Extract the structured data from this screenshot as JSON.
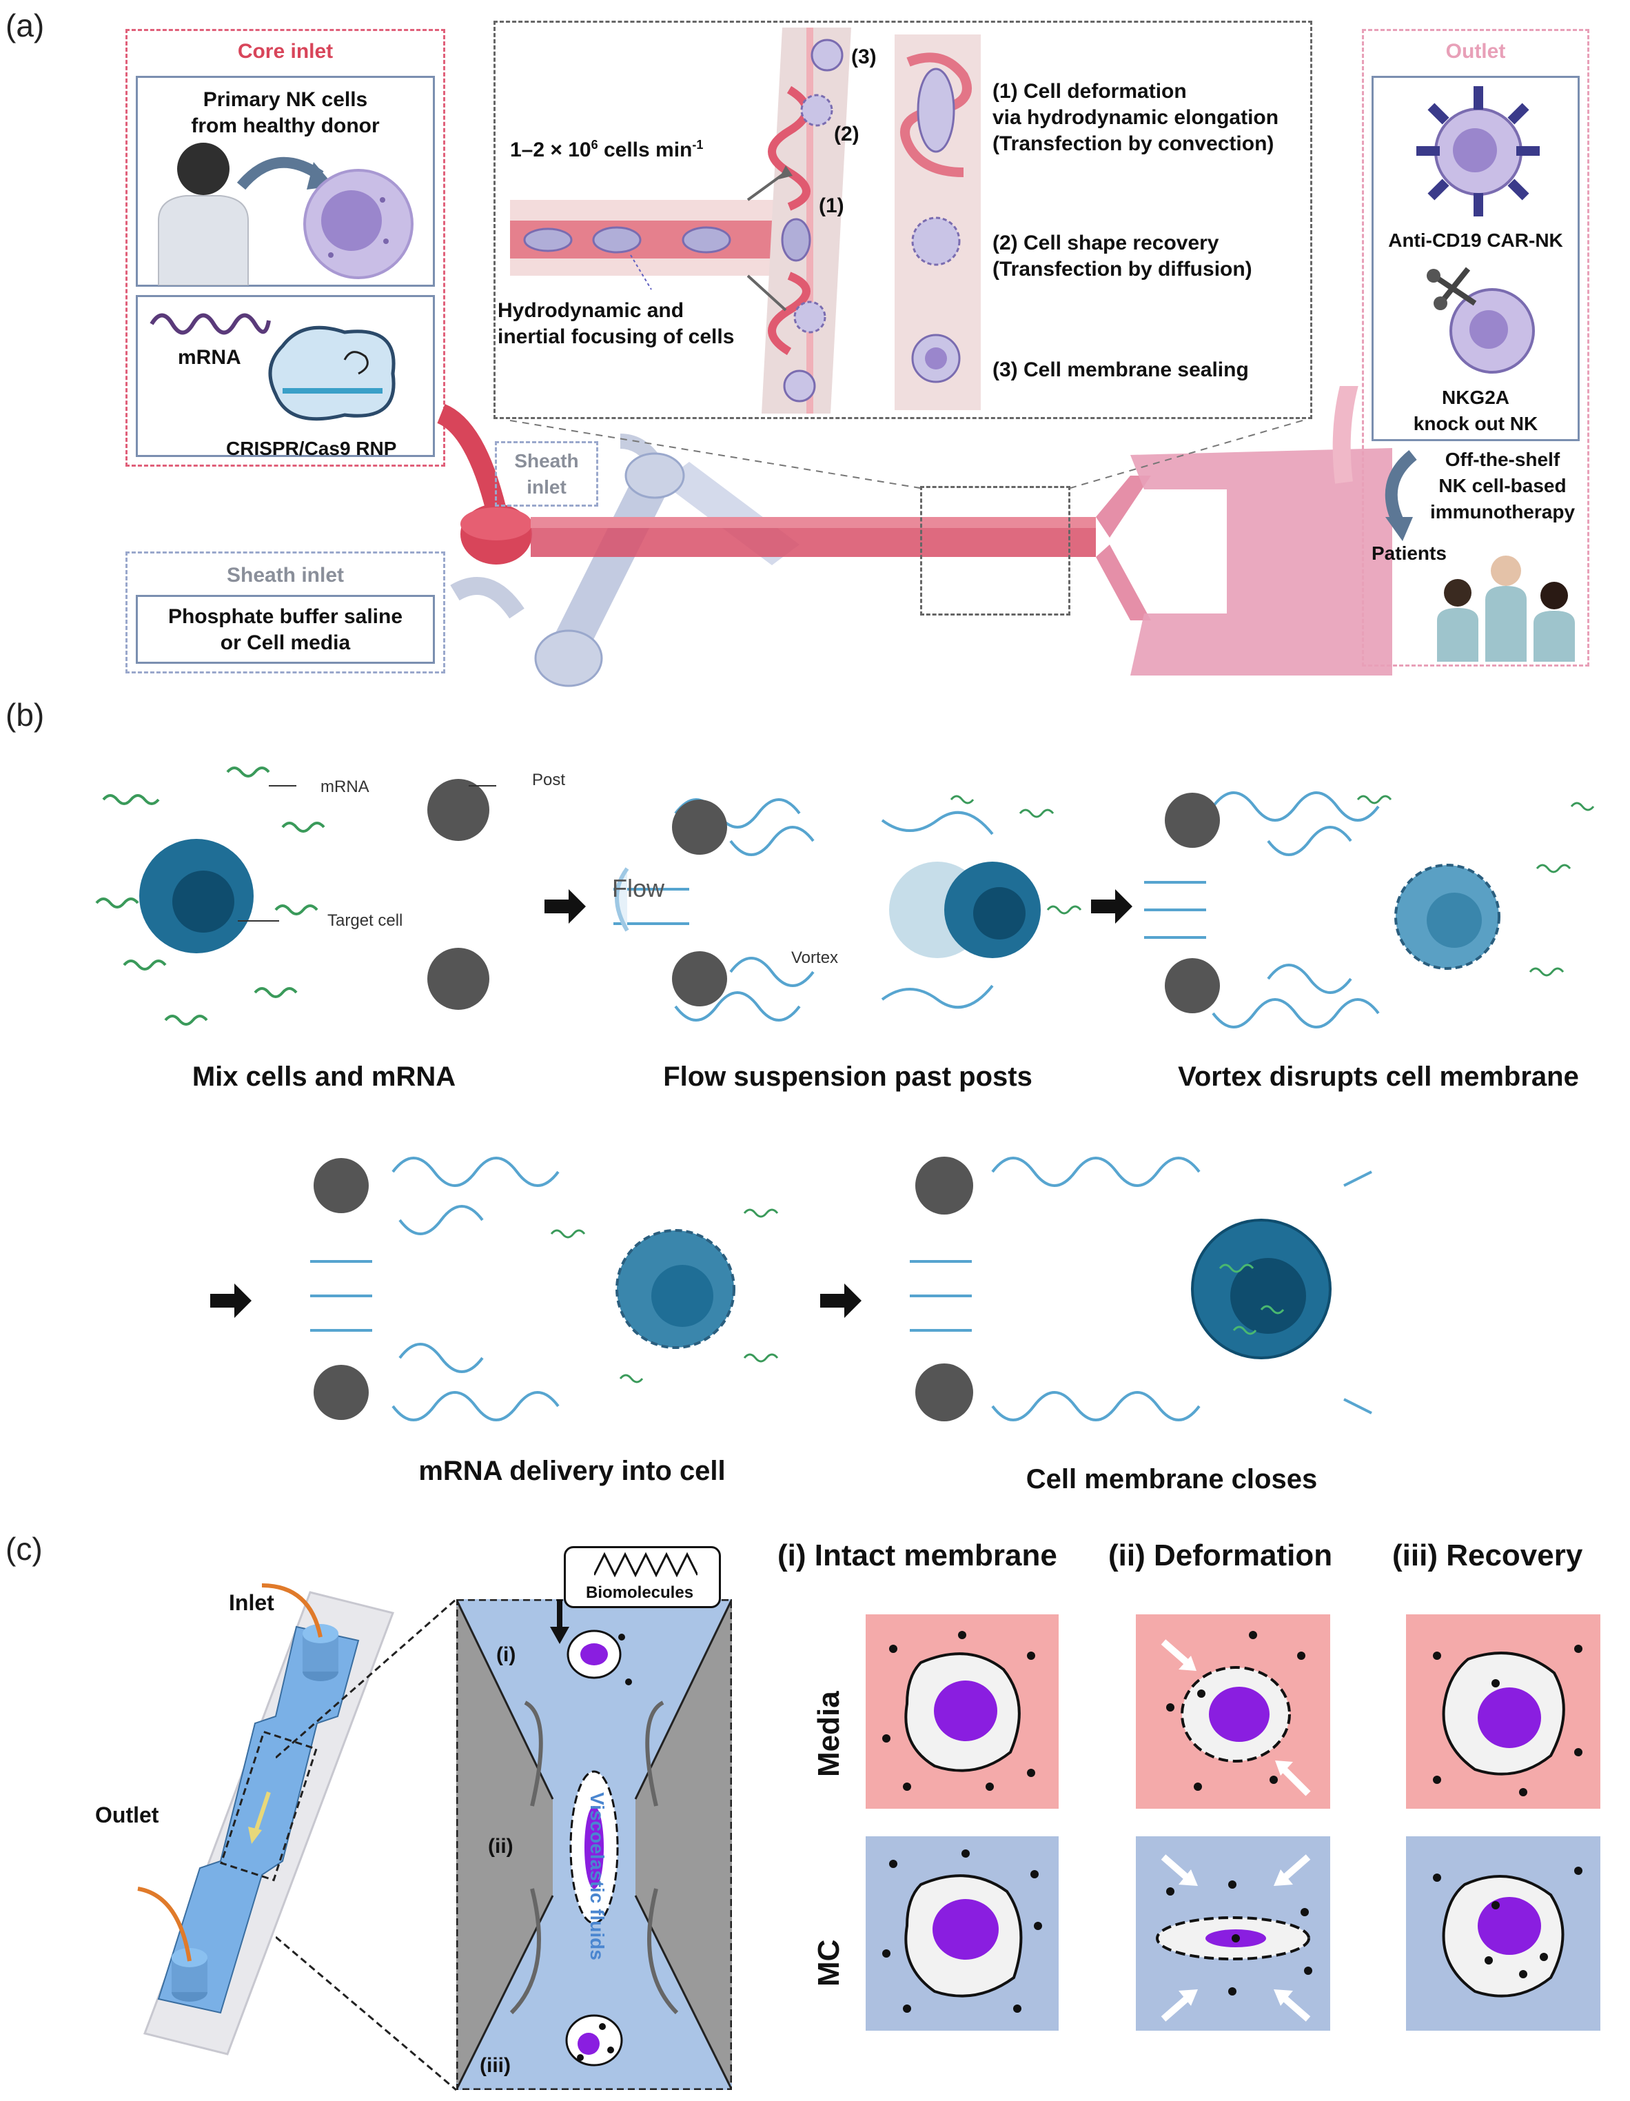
{
  "panels": {
    "a": "(a)",
    "b": "(b)",
    "c": "(c)"
  },
  "panel_a": {
    "core_inlet": {
      "title": "Core inlet",
      "nk_line1": "Primary NK cells",
      "nk_line2": "from healthy donor",
      "mrna": "mRNA",
      "crispr": "CRISPR/Cas9 RNP"
    },
    "sheath_inlet_box": {
      "title": "Sheath inlet",
      "line1": "Phosphate buffer saline",
      "line2": "or Cell media"
    },
    "sheath_inlet_chip": {
      "line1": "Sheath",
      "line2": "inlet"
    },
    "flow_rate": {
      "main": "1–2 × 10",
      "exp": "6",
      "unit": " cells min",
      "unit_exp": "-1"
    },
    "focusing_line1": "Hydrodynamic and",
    "focusing_line2": "inertial focusing of cells",
    "markers": {
      "m1": "(1)",
      "m2": "(2)",
      "m3": "(3)"
    },
    "steps": {
      "s1_line1": "(1) Cell deformation",
      "s1_line2": "via hydrodynamic elongation",
      "s1_line3": "(Transfection by convection)",
      "s2_line1": "(2) Cell shape recovery",
      "s2_line2": "(Transfection by diffusion)",
      "s3_line1": "(3) Cell membrane sealing"
    },
    "outlet": {
      "title": "Outlet",
      "car": "Anti-CD19 CAR-NK",
      "ko_line1": "NKG2A",
      "ko_line2": "knock out NK",
      "therapy_line1": "Off-the-shelf",
      "therapy_line2": "NK cell-based",
      "therapy_line3": "immunotherapy",
      "patients": "Patients"
    },
    "colors": {
      "core": "#d9455a",
      "sheath": "#9aa8cc",
      "outlet": "#e8a0b8",
      "channel": "#d85068"
    }
  },
  "panel_b": {
    "labels": {
      "mrna": "mRNA",
      "post": "Post",
      "target_cell": "Target cell",
      "flow": "Flow",
      "vortex": "Vortex"
    },
    "captions": {
      "step1": "Mix cells and mRNA",
      "step2": "Flow suspension past posts",
      "step3": "Vortex disrupts cell membrane",
      "step4": "mRNA delivery into cell",
      "step5": "Cell membrane closes"
    },
    "colors": {
      "cell": "#1f6e96",
      "nucleus": "#0f4d6e",
      "post": "#555555",
      "mrna": "#3a9a5a",
      "vortex": "#2d8ec4"
    }
  },
  "panel_c": {
    "inlet": "Inlet",
    "outlet": "Outlet",
    "biomolecules": "Biomolecules",
    "viscoelastic": "Viscoelastic fluids",
    "stage_i": "(i)",
    "stage_ii": "(ii)",
    "stage_iii": "(iii)",
    "col_i": "(i) Intact membrane",
    "col_ii": "(ii) Deformation",
    "col_iii": "(iii) Recovery",
    "row_media": "Media",
    "row_mc": "MC",
    "colors": {
      "media": "#f4aaaa",
      "mc": "#adc0e0",
      "nucleus": "#8a1ee0",
      "channel": "#aac4e6",
      "wall": "#9a9a9a"
    }
  }
}
